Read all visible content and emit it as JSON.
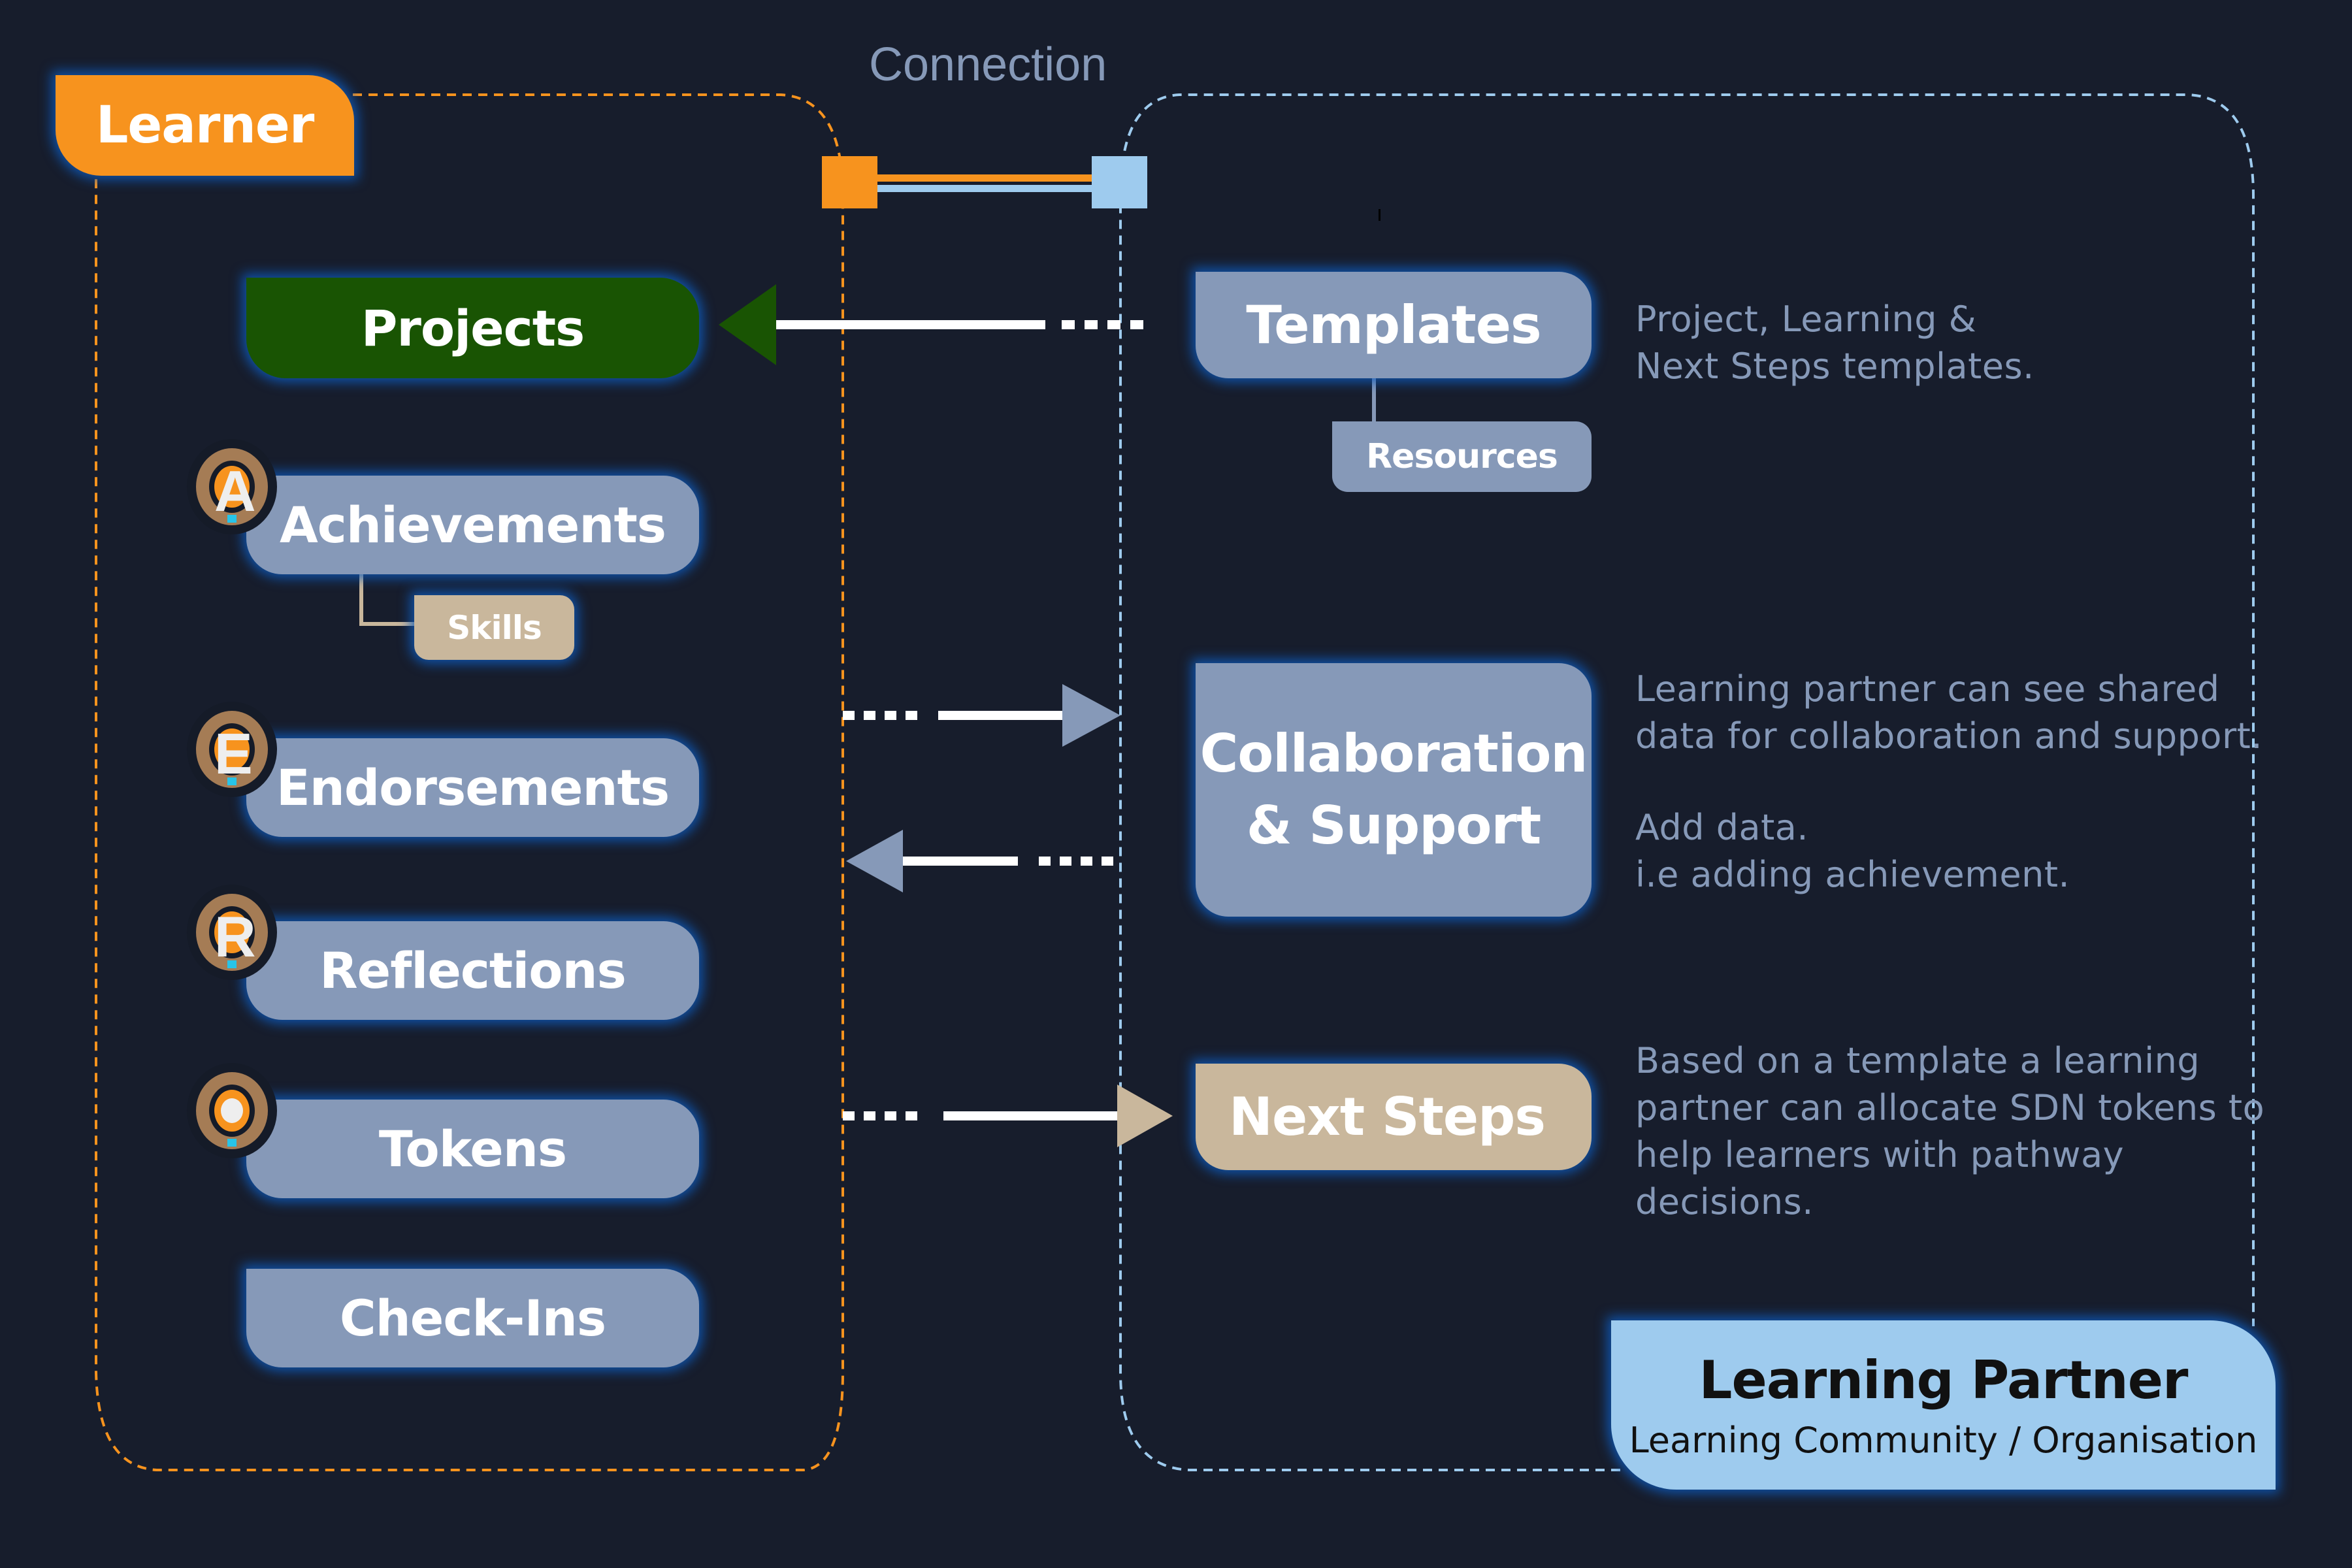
{
  "title": "Connection",
  "colors": {
    "background": "#171d2c",
    "learner_orange": "#f7931e",
    "partner_blue": "#9ecbee",
    "node_slate": "#8699b8",
    "node_tan": "#c9b79c",
    "projects_green": "#195403",
    "glow_blue": "#0e5cbe",
    "description_text": "#8699b8"
  },
  "learner": {
    "label": "Learner",
    "items": [
      {
        "label": "Projects",
        "icon": null
      },
      {
        "label": "Achievements",
        "icon": "A",
        "child": "Skills"
      },
      {
        "label": "Endorsements",
        "icon": "E"
      },
      {
        "label": "Reflections",
        "icon": "R"
      },
      {
        "label": "Tokens",
        "icon": "token-dot"
      },
      {
        "label": "Check-Ins",
        "icon": null
      }
    ]
  },
  "partner": {
    "title": "Learning Partner",
    "subtitle": "Learning Community / Organisation",
    "items": [
      {
        "label": "Templates",
        "child": "Resources",
        "description": [
          "Project, Learning &",
          "Next Steps templates."
        ]
      },
      {
        "label_lines": [
          "Collaboration",
          "& Support"
        ],
        "description": [
          "Learning partner can see shared",
          "data for collaboration and support.",
          "",
          "Add data.",
          "i.e adding achievement."
        ]
      },
      {
        "label": "Next Steps",
        "description": [
          "Based on a template a learning",
          "partner can allocate SDN tokens to",
          "help learners with pathway",
          "decisions."
        ]
      }
    ]
  },
  "arrows": [
    {
      "from": "Templates",
      "to": "Projects",
      "direction": "left"
    },
    {
      "from": "Learner",
      "to": "Collaboration & Support",
      "direction": "right"
    },
    {
      "from": "Collaboration & Support",
      "to": "Learner",
      "direction": "left"
    },
    {
      "from": "Learner",
      "to": "Next Steps",
      "direction": "right"
    }
  ]
}
